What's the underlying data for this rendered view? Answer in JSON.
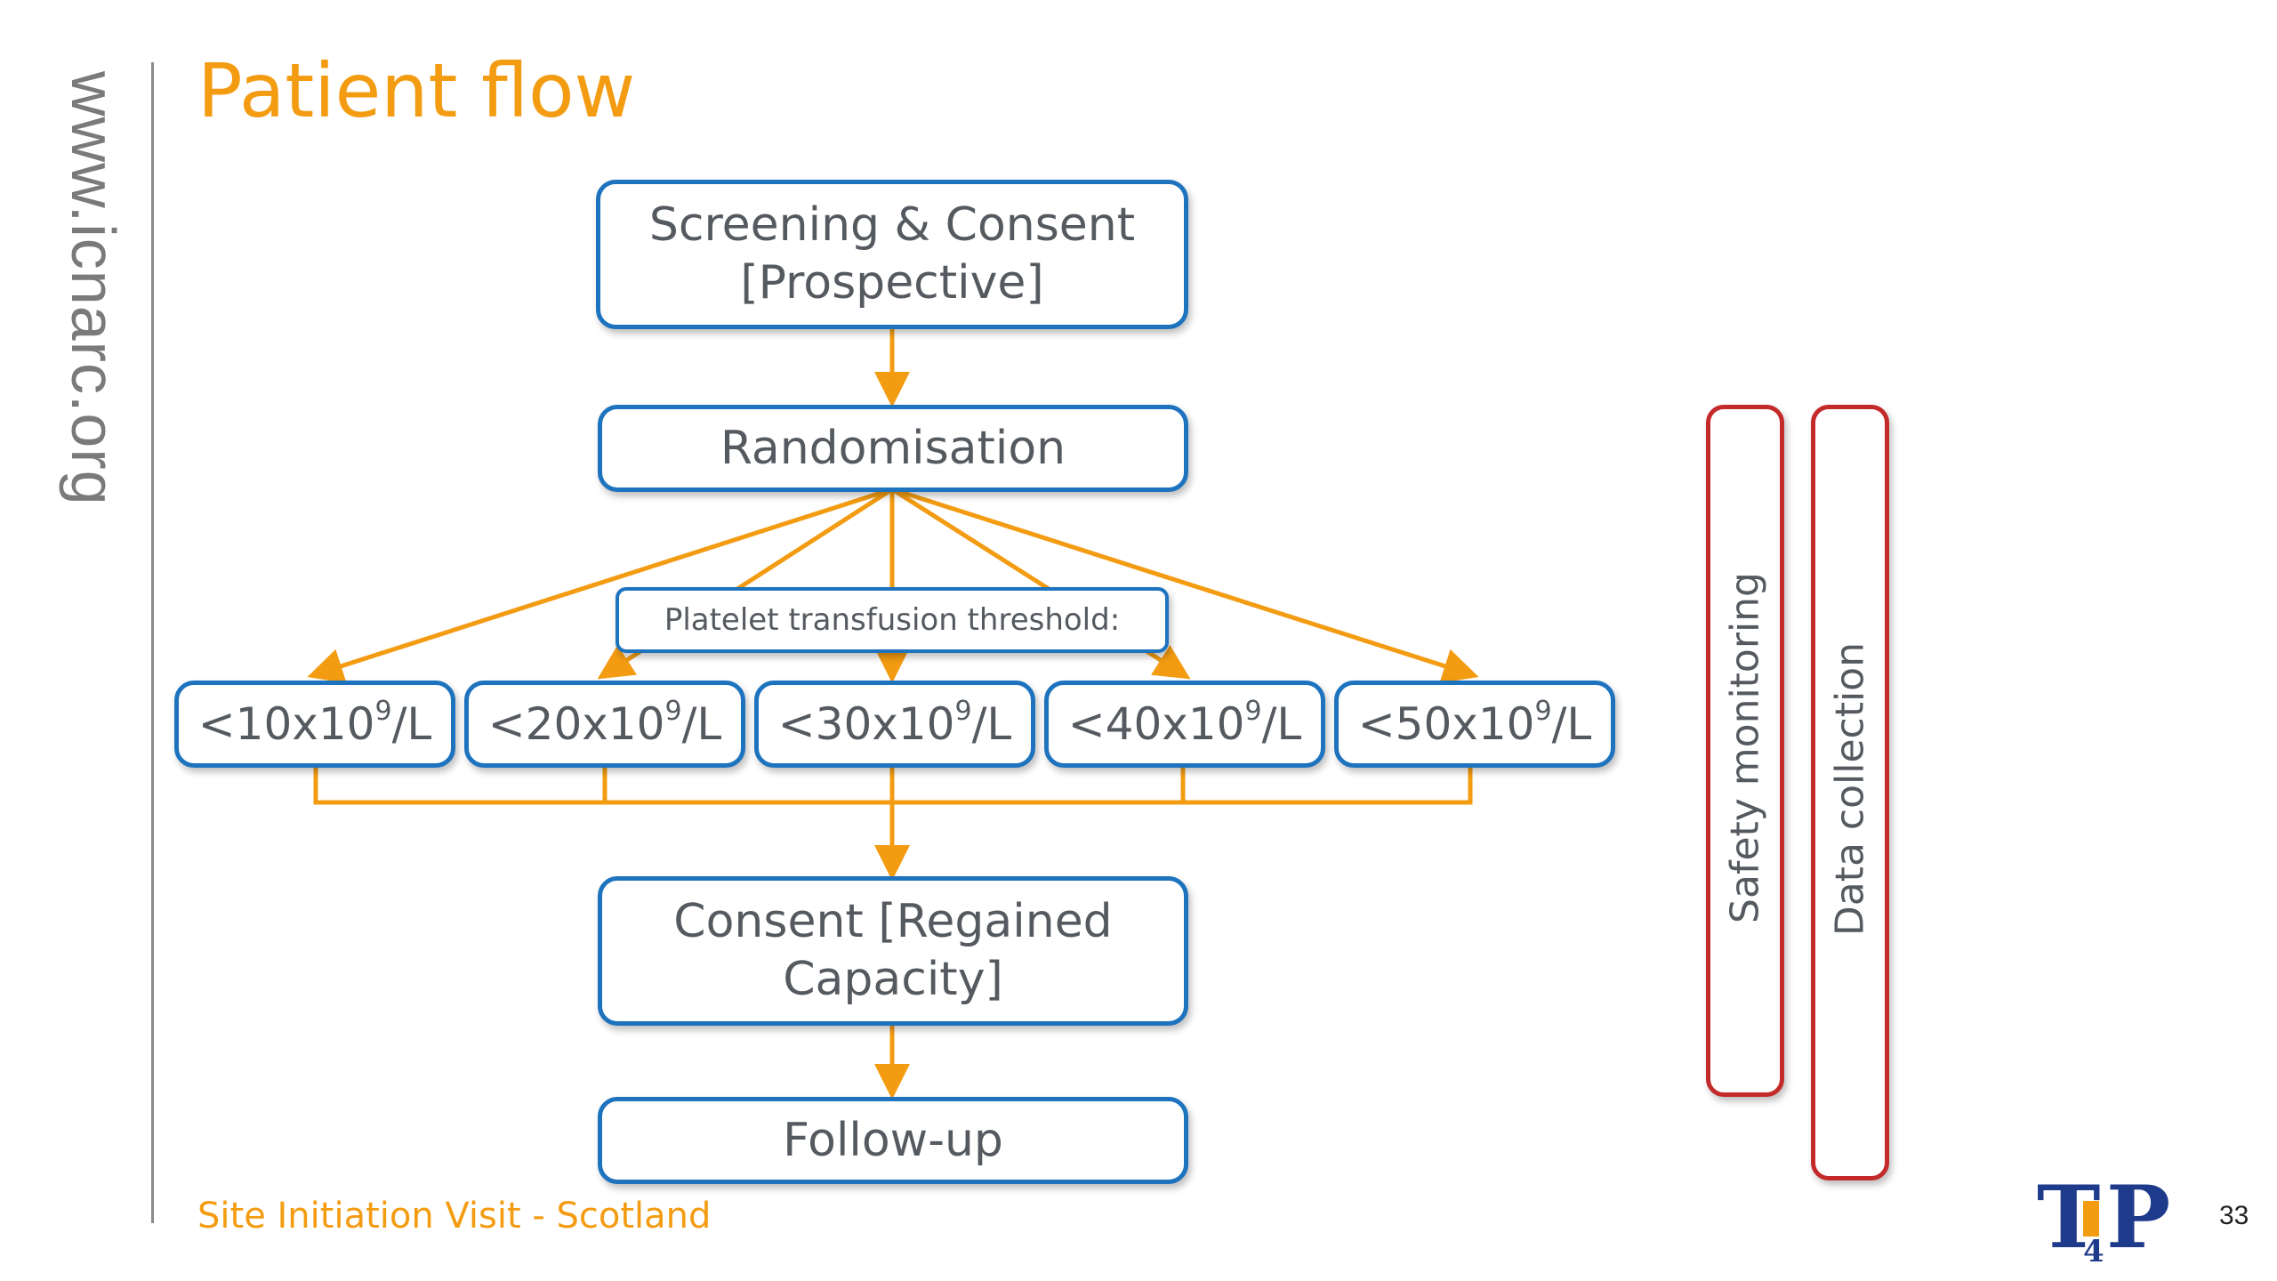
{
  "sidebar": {
    "url": "www.icnarc.org"
  },
  "title": "Patient flow",
  "flow": {
    "screening_line1": "Screening & Consent",
    "screening_line2": "[Prospective]",
    "randomisation": "Randomisation",
    "threshold_label": "Platelet transfusion threshold:",
    "thresholds": [
      {
        "prefix": "<10x10",
        "sup": "9",
        "suffix": "/L"
      },
      {
        "prefix": "<20x10",
        "sup": "9",
        "suffix": "/L"
      },
      {
        "prefix": "<30x10",
        "sup": "9",
        "suffix": "/L"
      },
      {
        "prefix": "<40x10",
        "sup": "9",
        "suffix": "/L"
      },
      {
        "prefix": "<50x10",
        "sup": "9",
        "suffix": "/L"
      }
    ],
    "consent_line1": "Consent [Regained",
    "consent_line2": "Capacity]",
    "followup": "Follow-up"
  },
  "side_boxes": {
    "safety": "Safety monitoring",
    "data": "Data collection"
  },
  "footer": "Site Initiation Visit - Scotland",
  "logo": {
    "text_t": "T",
    "text_4": "4",
    "text_p": "P"
  },
  "page_number": "33",
  "colors": {
    "accent_orange": "#f39c12",
    "box_blue": "#1e73be",
    "box_red": "#c42a2a",
    "text_gray": "#555a60"
  }
}
